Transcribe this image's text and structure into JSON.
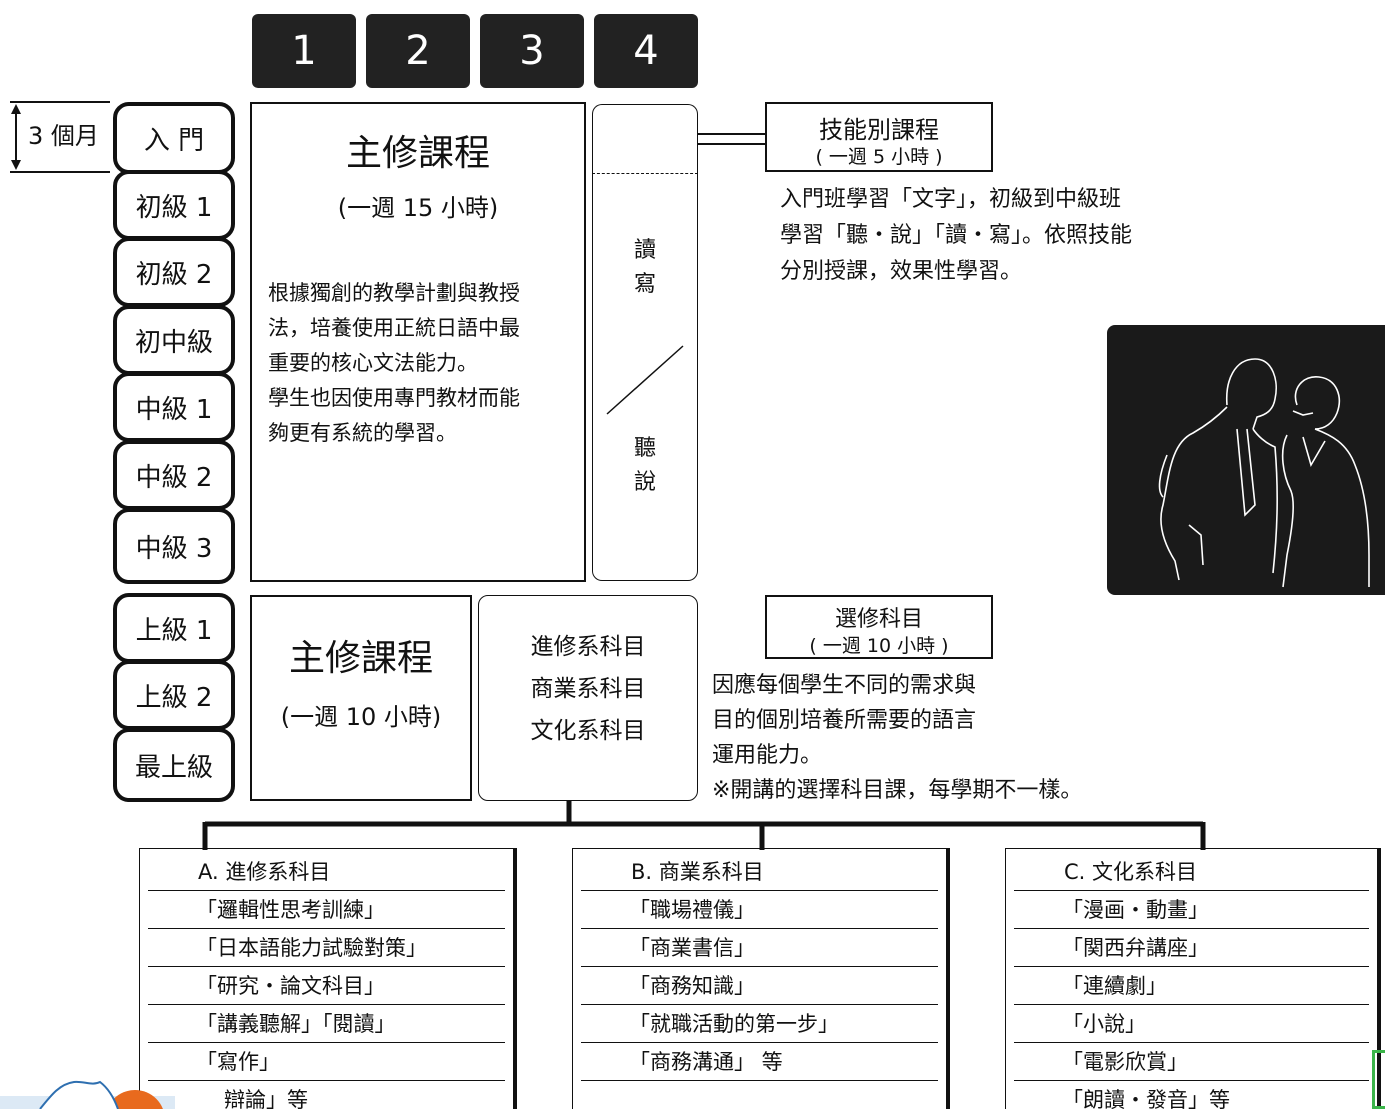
{
  "terms": [
    "1",
    "2",
    "3",
    "4"
  ],
  "duration": "3 個月",
  "levels_core": [
    "入 門",
    "初級 1",
    "初級 2",
    "初中級",
    "中級 1",
    "中級 2",
    "中級 3"
  ],
  "levels_adv": [
    "上級 1",
    "上級 2",
    "最上級"
  ],
  "core": {
    "title": "主修課程",
    "hours": "(一週 15 小時)",
    "desc": [
      "根據獨創的教學計劃與教授",
      "法，培養使用正統日語中最",
      "重要的核心文法能力。",
      "學生也因使用專門教材而能",
      "夠更有系統的學習。"
    ]
  },
  "skill_col": {
    "top": "讀\n寫",
    "bottom": "聽\n說"
  },
  "skill": {
    "title": "技能別課程",
    "hours": "( 一週 5 小時 )",
    "desc": [
      "入門班學習「文字」，初級到中級班",
      "學習「聽・說」「讀・寫」。依照技能",
      "分別授課，效果性學習。"
    ]
  },
  "adv_core": {
    "title": "主修課程",
    "hours": "(一週 10 小時)"
  },
  "elective_list": [
    "進修系科目",
    "商業系科目",
    "文化系科目"
  ],
  "elective": {
    "title": "選修科目",
    "hours": "( 一週 10 小時 )",
    "desc": [
      "因應每個學生不同的需求與",
      "目的個別培養所需要的語言",
      "運用能力。",
      "※開講的選擇科目課，每學期不一樣。"
    ]
  },
  "subjects": [
    {
      "head": "A. 進修系科目",
      "items": [
        "「邏輯性思考訓練」",
        "「日本語能力試驗對策」",
        "「研究・論文科目」",
        "「講義聽解」「閱讀」",
        "「寫作」",
        "辯論」等"
      ]
    },
    {
      "head": "B. 商業系科目",
      "items": [
        "「職場禮儀」",
        "「商業書信」",
        "「商務知識」",
        "「就職活動的第一步」",
        "「商務溝通」 等"
      ]
    },
    {
      "head": "C. 文化系科目",
      "items": [
        "「漫画・動畫」",
        "「関西弁講座」",
        "「連續劇」",
        "「小說」",
        "「電影欣賞」",
        "「朗讀・發音」等"
      ]
    }
  ]
}
